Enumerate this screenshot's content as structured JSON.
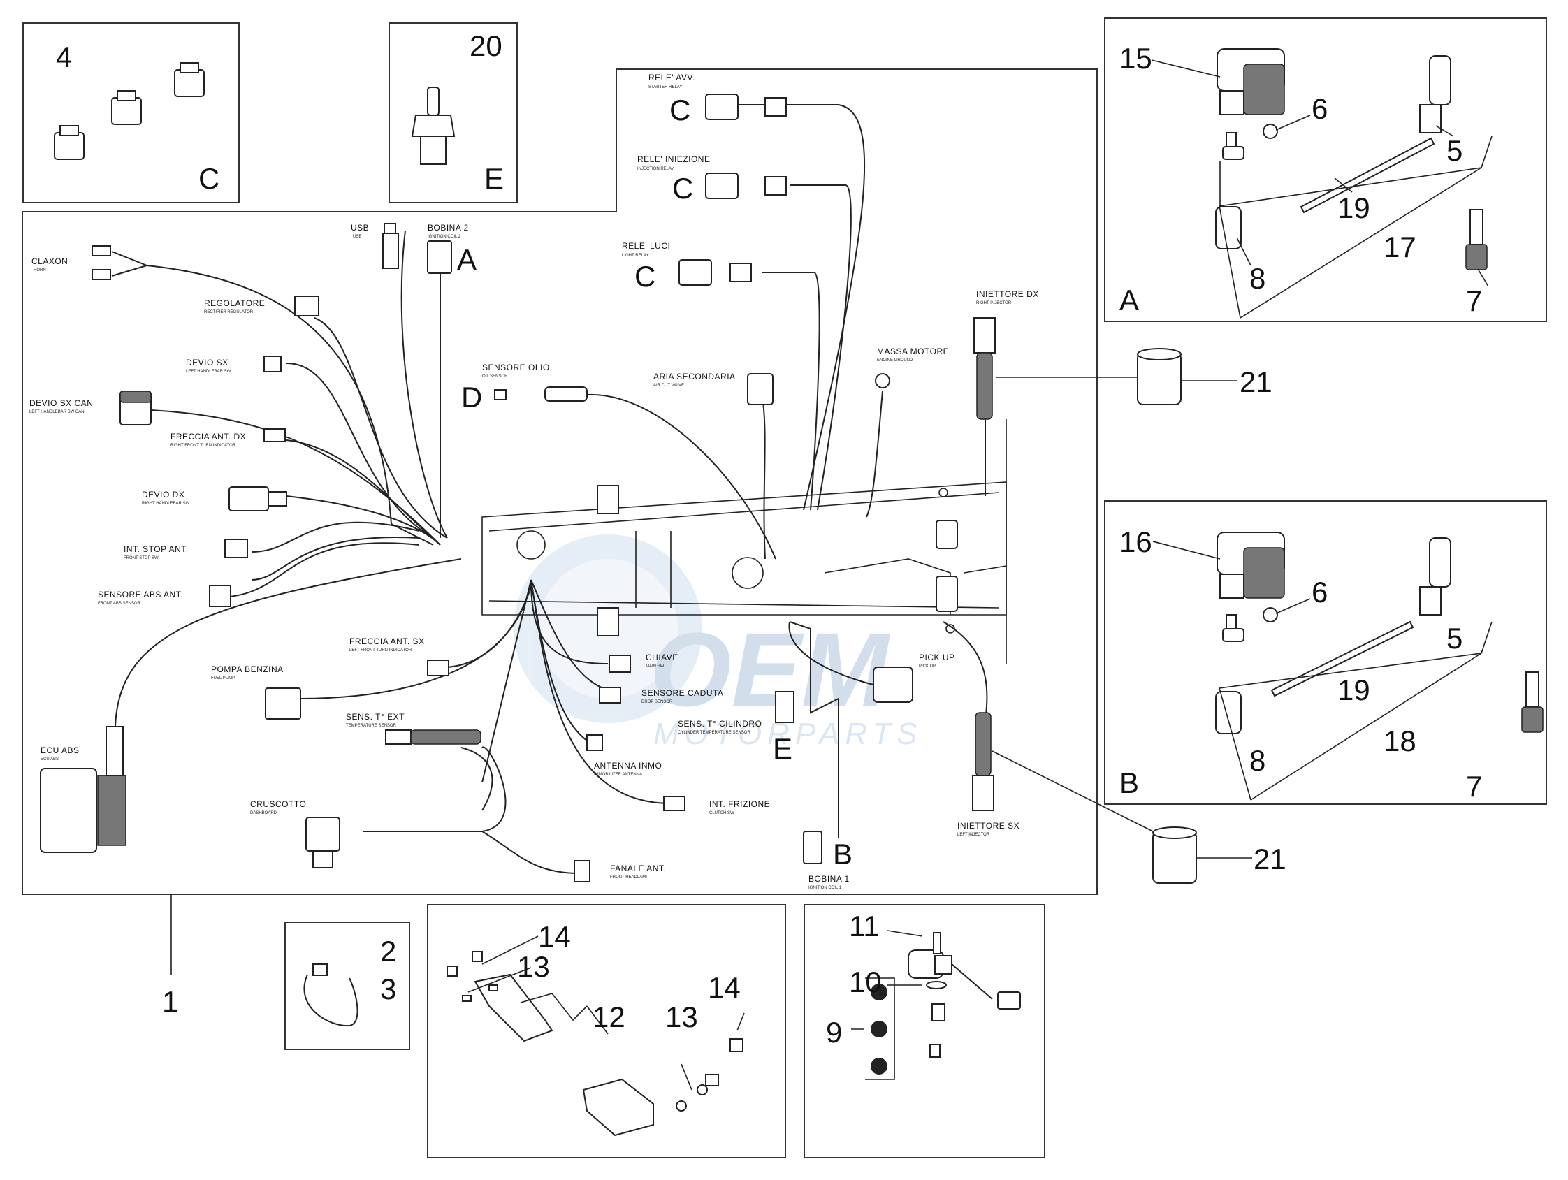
{
  "callouts": {
    "n1": "1",
    "n2": "2",
    "n3": "3",
    "n4": "4",
    "n20": "20",
    "n15": "15",
    "n6a": "6",
    "n5a": "5",
    "n19a": "19",
    "n17": "17",
    "n8a": "8",
    "n7a": "7",
    "boxA": "A",
    "n16": "16",
    "n6b": "6",
    "n5b": "5",
    "n19b": "19",
    "n18": "18",
    "n8b": "8",
    "n7b": "7",
    "boxB": "B",
    "n21a": "21",
    "n21b": "21",
    "n14a": "14",
    "n13a": "13",
    "n12": "12",
    "n13b": "13",
    "n14b": "14",
    "n11": "11",
    "n10": "10",
    "n9": "9",
    "boxC": "C",
    "boxE": "E"
  },
  "letters": {
    "c1": "C",
    "c2": "C",
    "c3": "C",
    "a": "A",
    "d": "D",
    "e": "E",
    "b": "B"
  },
  "labels": {
    "rele_avv": "RELE' AVV.",
    "rele_avv_sub": "STARTER RELAY",
    "rele_iniez": "RELE' INIEZIONE",
    "rele_iniez_sub": "INJECTION RELAY",
    "rele_luci": "RELE' LUCI",
    "rele_luci_sub": "LIGHT RELAY",
    "usb": "USB",
    "usb_sub": "USB",
    "bobina2": "BOBINA 2",
    "bobina2_sub": "IGNITION COIL 2",
    "claxon": "CLAXON",
    "claxon_sub": "HORN",
    "regolatore": "REGOLATORE",
    "regolatore_sub": "RECTIFIER REGULATOR",
    "devio_sx": "DEVIO SX",
    "devio_sx_sub": "LEFT HANDLEBAR SW",
    "devio_sx_can": "DEVIO SX CAN",
    "devio_sx_can_sub": "LEFT HANDLEBAR SW CAN",
    "freccia_dx": "FRECCIA ANT. DX",
    "freccia_dx_sub": "RIGHT FRONT TURN INDICATOR",
    "devio_dx": "DEVIO DX",
    "devio_dx_sub": "RIGHT HANDLEBAR SW",
    "int_stop": "INT. STOP ANT.",
    "int_stop_sub": "FRONT STOP SW",
    "sens_abs": "SENSORE ABS ANT.",
    "sens_abs_sub": "FRONT ABS SENSOR",
    "sens_olio": "SENSORE OLIO",
    "sens_olio_sub": "OIL SENSOR",
    "aria_sec": "ARIA SECONDARIA",
    "aria_sec_sub": "AIR CUT VALVE",
    "massa": "MASSA MOTORE",
    "massa_sub": "ENGINE GROUND",
    "iniett_dx": "INIETTORE DX",
    "iniett_dx_sub": "RIGHT INJECTOR",
    "freccia_sx": "FRECCIA ANT. SX",
    "freccia_sx_sub": "LEFT FRONT TURN INDICATOR",
    "pompa": "POMPA BENZINA",
    "pompa_sub": "FUEL PUMP",
    "chiave": "CHIAVE",
    "chiave_sub": "MAIN SW",
    "sens_caduta": "SENSORE CADUTA",
    "sens_caduta_sub": "DROP SENSOR",
    "pick_up": "PICK UP",
    "pick_up_sub": "PICK UP",
    "sens_ext": "SENS. T° EXT",
    "sens_ext_sub": "TEMPERATURE SENSOR",
    "sens_cil": "SENS. T° CILINDRO",
    "sens_cil_sub": "CYLINDER TEMPERATURE SENSOR",
    "ecu_abs": "ECU ABS",
    "ecu_abs_sub": "ECU ABS",
    "antenna": "ANTENNA INMO",
    "antenna_sub": "IMMOBILIZER ANTENNA",
    "cruscotto": "CRUSCOTTO",
    "cruscotto_sub": "DASHBOARD",
    "int_friz": "INT. FRIZIONE",
    "int_friz_sub": "CLUTCH SW",
    "fanale": "FANALE ANT.",
    "fanale_sub": "FRONT HEADLAMP",
    "bobina1": "BOBINA 1",
    "bobina1_sub": "IGNITION COIL 1",
    "iniett_sx": "INIETTORE SX",
    "iniett_sx_sub": "LEFT INJECTOR"
  },
  "watermark": {
    "brand": "OEM",
    "sub": "MOTORPARTS",
    "color": "#9fb8d6"
  }
}
